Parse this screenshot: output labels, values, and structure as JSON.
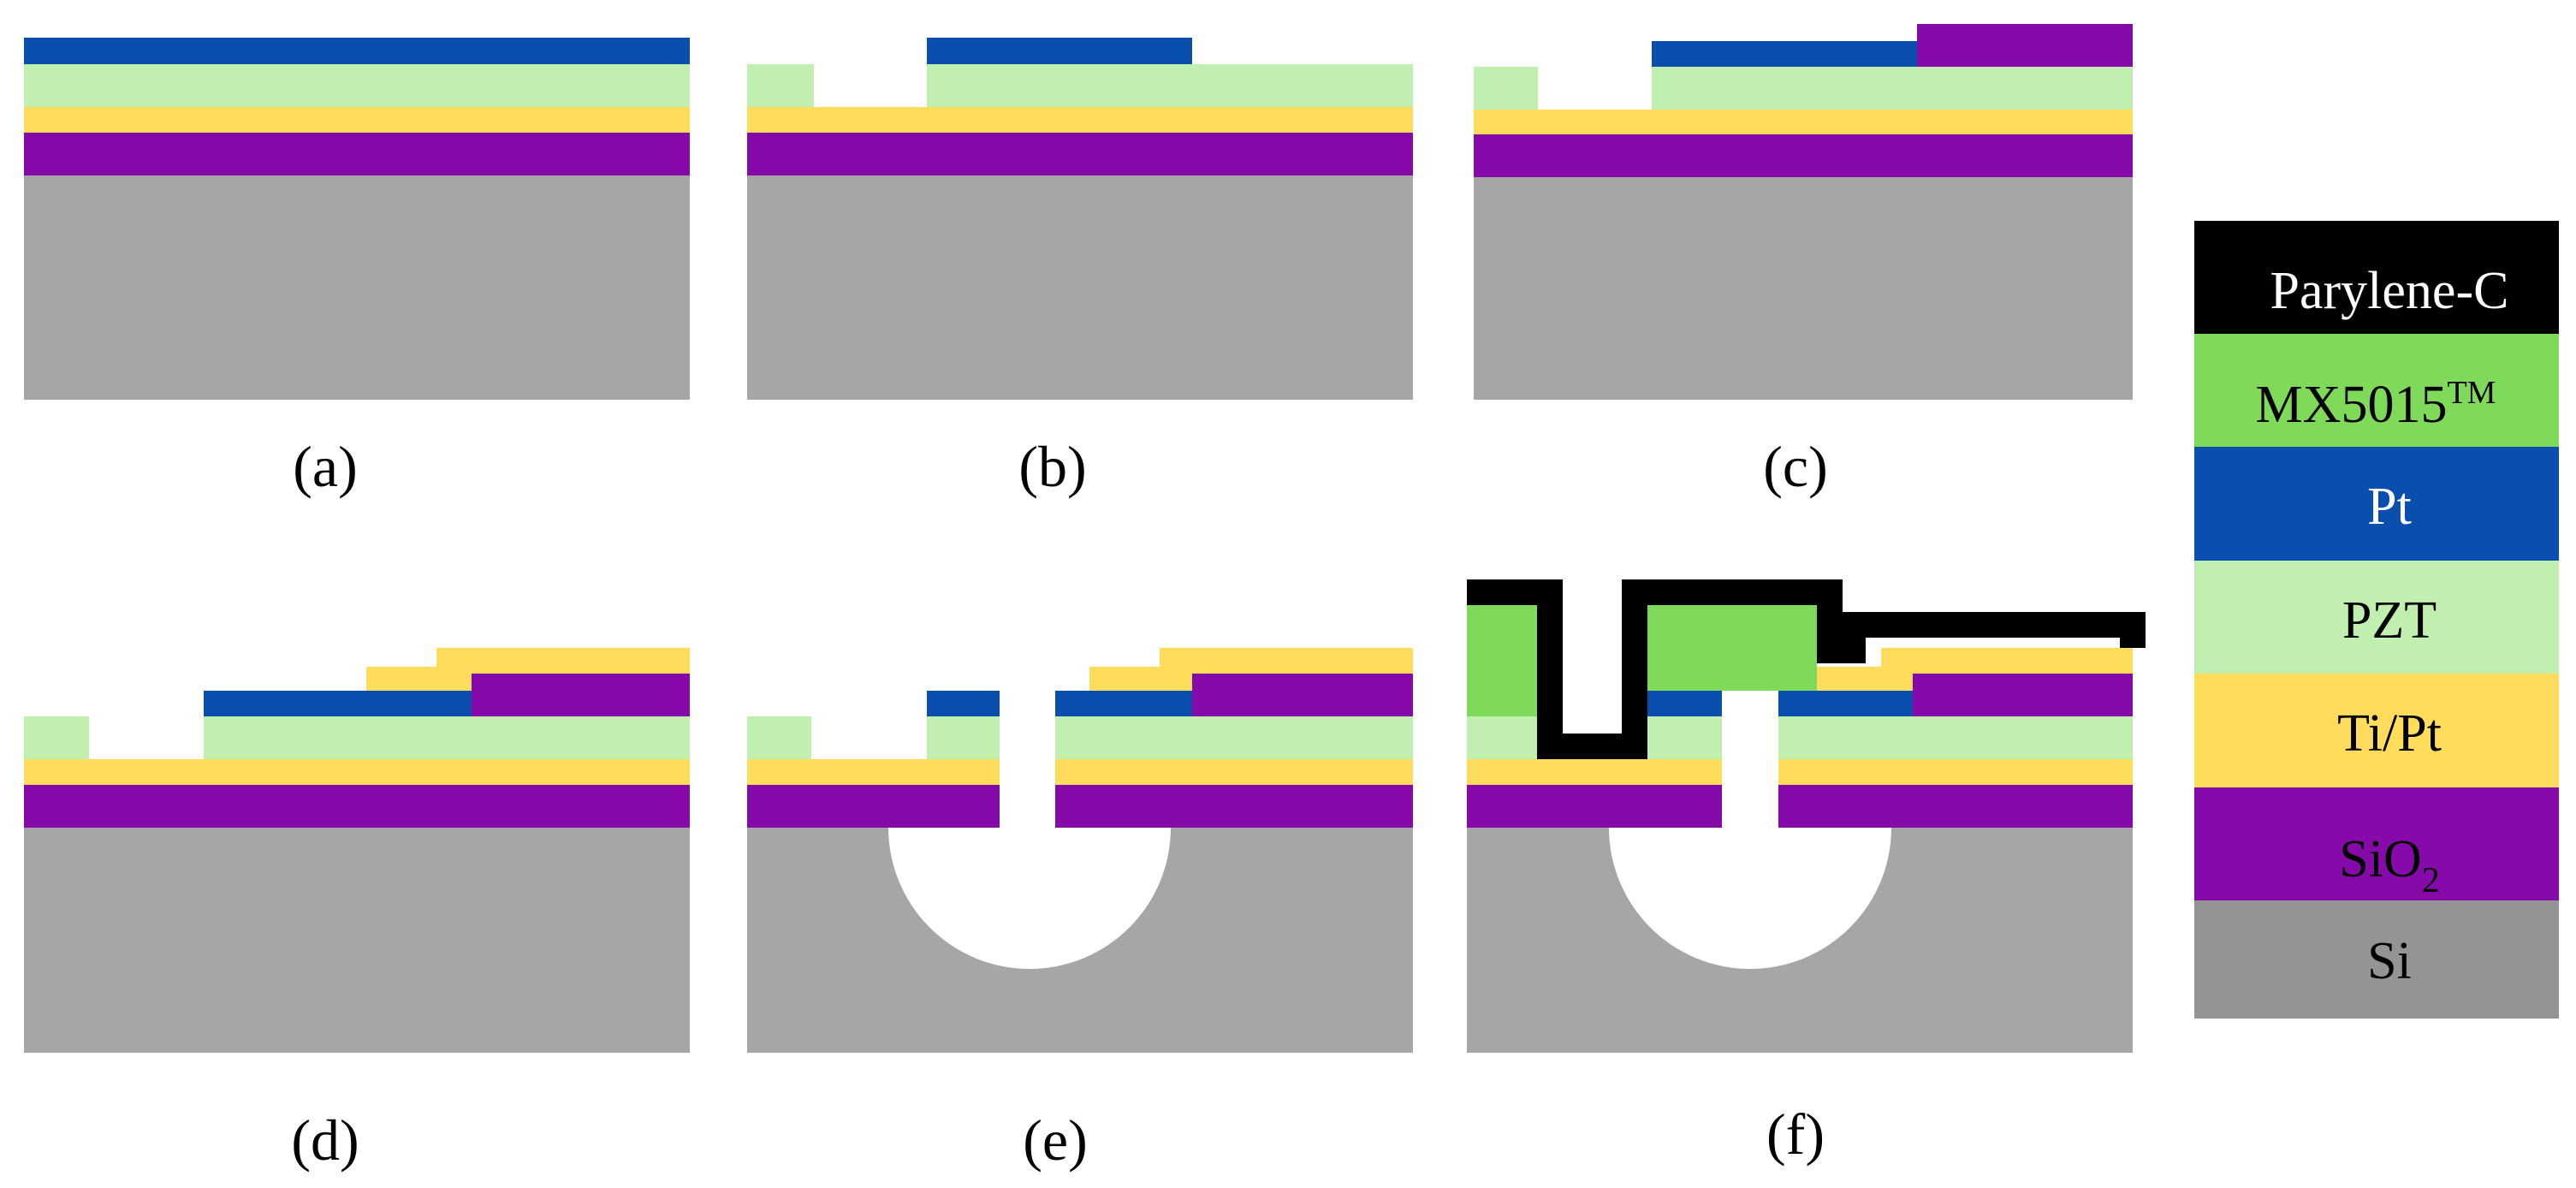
{
  "panels": [
    {
      "id": "a",
      "label": "(a)"
    },
    {
      "id": "b",
      "label": "(b)"
    },
    {
      "id": "c",
      "label": "(c)"
    },
    {
      "id": "d",
      "label": "(d)"
    },
    {
      "id": "e",
      "label": "(e)"
    },
    {
      "id": "f",
      "label": "(f)"
    }
  ],
  "legend": {
    "items": [
      {
        "key": "parylene",
        "label": "Parylene-C",
        "color": "#000000",
        "text_color": "#ffffff"
      },
      {
        "key": "mx",
        "label": "MX5015",
        "sup": "TM",
        "color": "#7fda5a",
        "text_color": "#000000"
      },
      {
        "key": "pt",
        "label": "Pt",
        "color": "#0a4fae",
        "text_color": "#ffffff"
      },
      {
        "key": "pzt",
        "label": "PZT",
        "color": "#c0efb0",
        "text_color": "#000000"
      },
      {
        "key": "tipt",
        "label": "Ti/Pt",
        "color": "#ffdc5c",
        "text_color": "#000000"
      },
      {
        "key": "sio2",
        "label": "SiO",
        "sub": "2",
        "color": "#860aaa",
        "text_color": "#000000"
      },
      {
        "key": "si",
        "label": "Si",
        "color": "#949494",
        "text_color": "#000000"
      }
    ]
  },
  "colors": {
    "substrate": "#a6a6a6",
    "oxide": "#860aaa",
    "bottom_electrode": "#ffdc5c",
    "piezo": "#c0efb0",
    "top_electrode": "#0a4fae",
    "mx5015": "#7fda5a",
    "parylene": "#000000",
    "background": "#ffffff"
  }
}
